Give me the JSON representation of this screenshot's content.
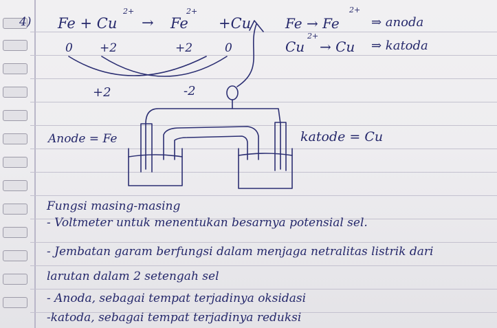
{
  "problem_number": "4)",
  "equation": {
    "reactants": "Fe + Cu",
    "reactant_charge": "2+",
    "arrow": "→",
    "product_fe": "Fe",
    "product_fe_charge": "2+",
    "product_cu": "+Cu"
  },
  "oxidation_numbers": {
    "fe_left": "0",
    "cu_left": "+2",
    "fe_right": "+2",
    "cu_right": "0",
    "change_fe": "+2",
    "change_cu": "-2"
  },
  "half_reactions": {
    "anode_eq": "Fe → Fe",
    "anode_charge": "2+",
    "anode_label": "⇒ anoda",
    "cathode_eq": "Cu",
    "cathode_charge": "2+",
    "cathode_rest": "→ Cu",
    "cathode_label": "⇒ katoda"
  },
  "diagram": {
    "anode_label": "Anode = Fe",
    "cathode_label": "katode = Cu"
  },
  "functions": {
    "heading": "Fungsi masing-masing",
    "lines": [
      "- Voltmeter untuk menentukan besarnya potensial sel.",
      "- Jembatan garam berfungsi dalam menjaga netralitas listrik dari",
      "larutan dalam 2 setengah sel",
      "- Anoda, sebagai tempat terjadinya oksidasi",
      "-katoda, sebagai tempat terjadinya reduksi"
    ]
  }
}
